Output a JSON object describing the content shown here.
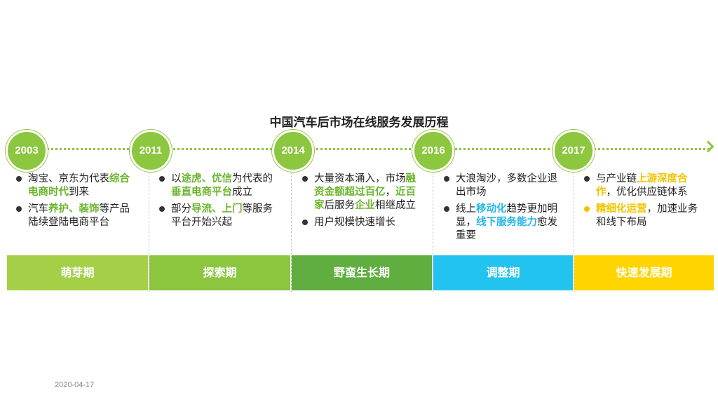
{
  "title": "中国汽车后市场在线服务发展历程",
  "date": "2020-04-17",
  "colors": {
    "accent": "#8dc63f",
    "blue": "#27b6e6",
    "gold": "#f2c400"
  },
  "years": [
    "2003",
    "2011",
    "2014",
    "2016",
    "2017"
  ],
  "stages": [
    {
      "label": "萌芽期",
      "color": "#a4cf46"
    },
    {
      "label": "探索期",
      "color": "#8cc63f"
    },
    {
      "label": "野蛮生长期",
      "color": "#5fae3f"
    },
    {
      "label": "调整期",
      "color": "#22c3ee"
    },
    {
      "label": "快速发展期",
      "color": "#ffd400"
    }
  ],
  "columns": [
    {
      "items": [
        {
          "t1": "淘宝、京东为代表",
          "h1": "综合电商时代",
          "t2": "到来"
        },
        {
          "t1": "汽车",
          "h1": "养护、装饰",
          "t2": "等产品陆续登陆电商平台"
        }
      ]
    },
    {
      "items": [
        {
          "t1": "以",
          "h1": "途虎、优信",
          "t2": "为代表的",
          "h2": "垂直电商平台",
          "t3": "成立"
        },
        {
          "t1": "部分",
          "h1": "导流、上门",
          "t2": "等服务平台开始兴起"
        }
      ]
    },
    {
      "items": [
        {
          "t1": "大量资本涌入，市场",
          "h1": "融资金额超过百亿",
          "t2": "，",
          "h2": "近百家",
          "t3": "后服务",
          "h3": "企业",
          "t4": "相继成立"
        },
        {
          "t1": "用户规模快速增长"
        }
      ]
    },
    {
      "items": [
        {
          "t1": "大浪淘沙，多数企业退出市场"
        },
        {
          "t1": "线上",
          "h1": "移动化",
          "t2": "趋势更加明显，",
          "h2": "线下服务能力",
          "t3": "愈发重要"
        }
      ]
    },
    {
      "items": [
        {
          "t1": "与产业链",
          "h1": "上游深度合作",
          "t2": "，优化供应链体系"
        },
        {
          "h1": "精细化运营",
          "t2": "，加速业务和线下布局"
        }
      ]
    }
  ]
}
